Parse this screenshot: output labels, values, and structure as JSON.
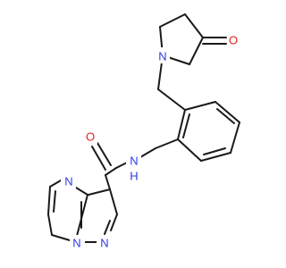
{
  "molecule": {
    "atoms": {
      "o_ketone": "O",
      "n_lactam": "N",
      "n_amide": "N",
      "h_amide": "H",
      "o_amide": "O",
      "n_pyrimidine": "N",
      "n_bridge": "N",
      "n_pyrazole": "N"
    },
    "colors": {
      "bond": "#1a1a1a",
      "oxygen": "#e0201b",
      "nitrogen": "#2a3adf"
    }
  }
}
